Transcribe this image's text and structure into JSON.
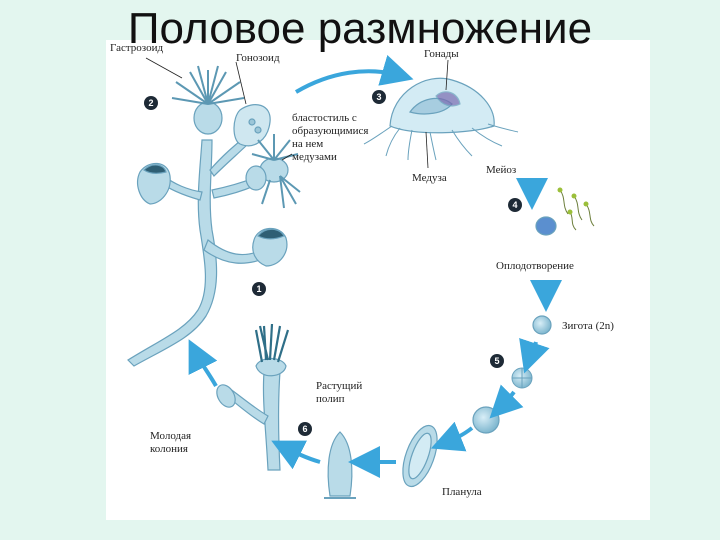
{
  "title": "Половое размножение",
  "labels": {
    "gastrozooid": "Гастрозоид",
    "gonozooid": "Гонозоид",
    "gonads": "Гонады",
    "blastostyle": "бластостиль с\nобразующимися\nна нем\nмедузами",
    "medusa": "Медуза",
    "meiosis": "Мейоз",
    "fertilization": "Оплодотворение",
    "zygote": "Зигота (2n)",
    "growing_polyp": "Растущий\nполип",
    "young_colony": "Молодая\nколония",
    "planula": "Планула"
  },
  "steps": [
    "1",
    "2",
    "3",
    "4",
    "5",
    "6"
  ],
  "colors": {
    "background": "#e3f6ef",
    "panel": "#ffffff",
    "arrow": "#3aa6dc",
    "tissue": "#b9dbe8",
    "tissue_outline": "#6aa2bd",
    "step_badge": "#1e2a36"
  }
}
